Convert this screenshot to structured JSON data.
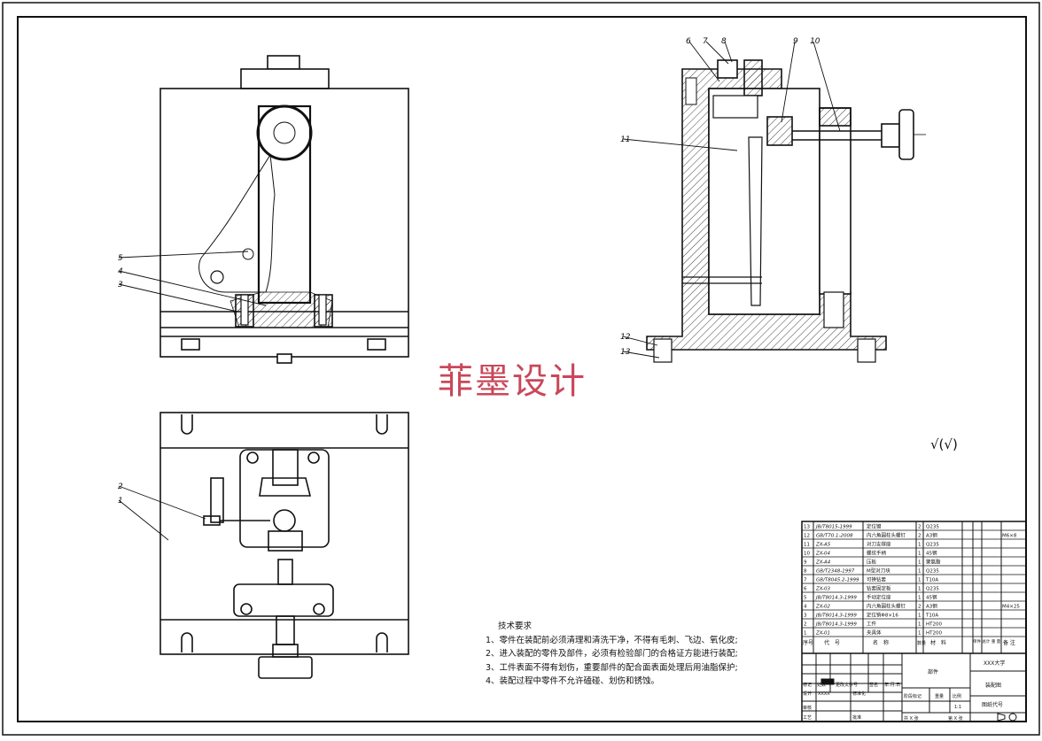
{
  "watermark": "菲墨设计",
  "roughness_symbol": "√(√)",
  "tech_requirements": {
    "title": "技术要求",
    "items": [
      "1、零件在装配前必须清理和清洗干净，不得有毛刺、飞边、氧化皮;",
      "2、进入装配的零件及部件，必须有检验部门的合格证方能进行装配;",
      "3、工件表面不得有划伤，重要部件的配合面表面处理后用油脂保护;",
      "4、装配过程中零件不允许磕碰、划伤和锈蚀。"
    ]
  },
  "balloons_left": [
    "5",
    "4",
    "3",
    "2",
    "1"
  ],
  "balloons_right": [
    "6",
    "7",
    "8",
    "9",
    "10",
    "11",
    "12",
    "13"
  ],
  "bom": [
    {
      "no": "13",
      "code": "JB/T8015-1999",
      "name": "定位键",
      "qty": "2",
      "mat": "Q235",
      "note": ""
    },
    {
      "no": "12",
      "code": "GB/T70.1-2008",
      "name": "内六角圆柱头螺钉",
      "qty": "2",
      "mat": "A3钢",
      "note": "M6×8"
    },
    {
      "no": "11",
      "code": "ZX-A5",
      "name": "对刀支撑座",
      "qty": "1",
      "mat": "Q235",
      "note": ""
    },
    {
      "no": "10",
      "code": "ZX-04",
      "name": "螺纹手柄",
      "qty": "1",
      "mat": "45钢",
      "note": ""
    },
    {
      "no": "9",
      "code": "ZX-A4",
      "name": "压板",
      "qty": "1",
      "mat": "聚氨酯",
      "note": ""
    },
    {
      "no": "8",
      "code": "GB/T2348-1997",
      "name": "M型对刀块",
      "qty": "1",
      "mat": "Q235",
      "note": ""
    },
    {
      "no": "7",
      "code": "GB/T8045.2-1999",
      "name": "可换钻套",
      "qty": "1",
      "mat": "T10A",
      "note": ""
    },
    {
      "no": "6",
      "code": "ZX-03",
      "name": "钻套固定板",
      "qty": "1",
      "mat": "Q235",
      "note": ""
    },
    {
      "no": "5",
      "code": "JB/T8014.3-1999",
      "name": "手动定位座",
      "qty": "1",
      "mat": "45钢",
      "note": ""
    },
    {
      "no": "4",
      "code": "ZX-02",
      "name": "内六角圆柱头螺钉",
      "qty": "2",
      "mat": "A3钢",
      "note": "M4×25"
    },
    {
      "no": "3",
      "code": "JB/T8014.3-1999",
      "name": "定位销Φ8×16",
      "qty": "1",
      "mat": "T10A",
      "note": ""
    },
    {
      "no": "2",
      "code": "JB/T8014.3-1999",
      "name": "工件",
      "qty": "1",
      "mat": "HT200",
      "note": ""
    },
    {
      "no": "1",
      "code": "ZX-01",
      "name": "夹具体",
      "qty": "1",
      "mat": "HT200",
      "note": ""
    }
  ],
  "bom_header": {
    "no": "序号",
    "code": "代　号",
    "name": "名　称",
    "qty": "数量",
    "mat": "材　料",
    "weight": "单件 总计 重 量",
    "note": "备 注"
  },
  "title_block": {
    "school": "XXX大学",
    "part_type": "部件",
    "drawing_name": "装配图",
    "drawing_code": "图纸代号",
    "scale_label": "比例",
    "scale": "1:1",
    "weight_label": "重量",
    "stage_label": "阶段标记",
    "designer_label": "设计",
    "designer": "XXXX",
    "standard_label": "标准化",
    "review_label": "审核",
    "process_label": "工艺",
    "approve_label": "批准",
    "mark_label": "标记",
    "count_label": "处数",
    "zone_label": "更改文件号",
    "sign_label": "签名",
    "date_label": "年.月.日",
    "sheets_total": "共 X 张",
    "sheet_no": "第 X 张"
  }
}
